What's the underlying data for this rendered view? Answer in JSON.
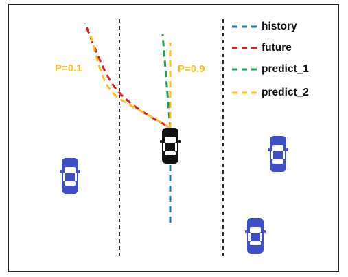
{
  "labels": {
    "p_left": "P=0.1",
    "p_right": "P=0.9"
  },
  "legend": [
    {
      "label": "history",
      "color": "#1f77b4"
    },
    {
      "label": "future",
      "color": "#e41a1c"
    },
    {
      "label": "predict_1",
      "color": "#12a64f"
    },
    {
      "label": "predict_2",
      "color": "#ffbf1c"
    }
  ],
  "colors": {
    "ego_car": "#111111",
    "other_car": "#3f4fc8",
    "lane_marking": "#111111",
    "probability_text": "#ffbf1c"
  }
}
